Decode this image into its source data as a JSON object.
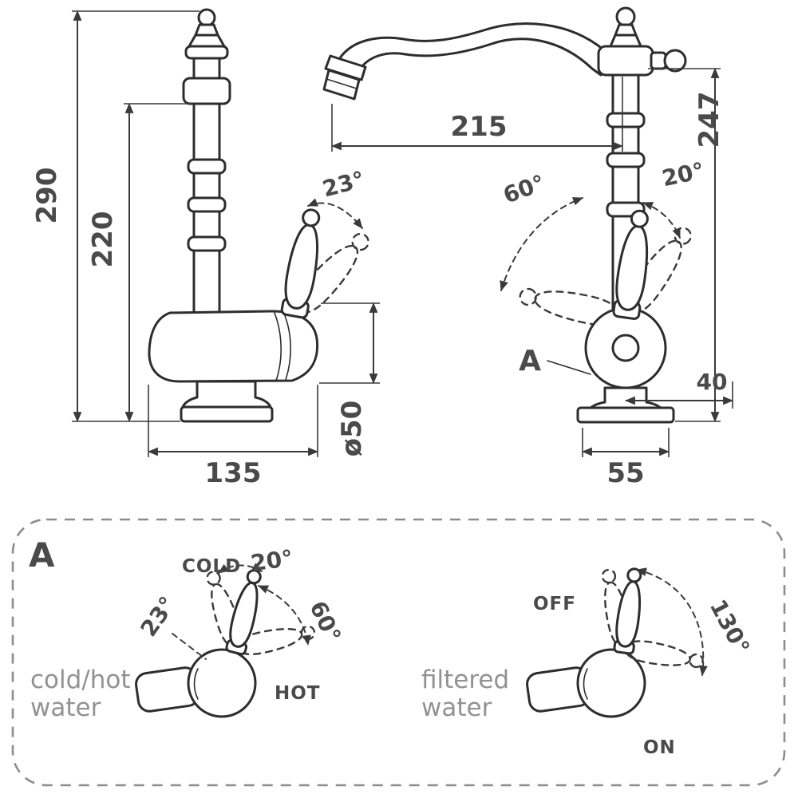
{
  "drawing": {
    "left_view": {
      "dim_overall_height": "290",
      "dim_body_height": "220",
      "dim_base_width": "135",
      "dim_diameter": "ø50",
      "dim_handle_angle": "23°"
    },
    "right_view": {
      "dim_spout_reach": "215",
      "dim_spout_height": "247",
      "dim_swivel_angle": "60°",
      "dim_handle_angle": "20°",
      "dim_offset": "40",
      "dim_base_width": "55",
      "detail_marker": "A"
    },
    "detail_panel": {
      "marker": "A",
      "cold_hot": {
        "caption_line1": "cold/hot",
        "caption_line2": "water",
        "label_cold": "COLD",
        "label_hot": "HOT",
        "angle_open": "20°",
        "angle_swing": "60°",
        "angle_tilt": "23°"
      },
      "filtered": {
        "caption_line1": "filtered",
        "caption_line2": "water",
        "label_off": "OFF",
        "label_on": "ON",
        "angle_range": "130°"
      }
    },
    "colors": {
      "line": "#2d2d2d",
      "dim_text": "#4a4a4a",
      "caption_text": "#929292"
    }
  }
}
